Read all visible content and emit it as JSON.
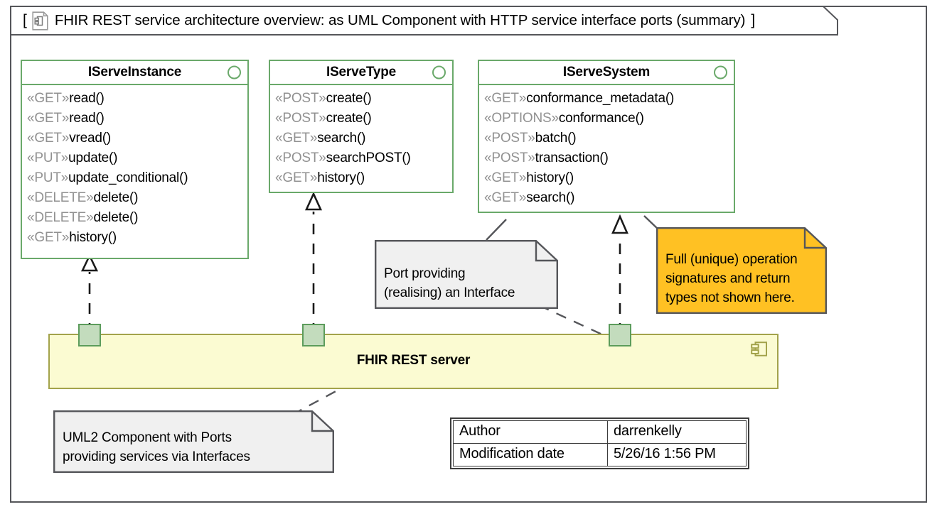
{
  "diagram": {
    "frame_title": "FHIR REST service architecture overview: as UML Component with HTTP service interface ports (summary)",
    "bracket_open": "[",
    "bracket_close": "]",
    "frame_icon": "uml-component-diagram-icon"
  },
  "interfaces": [
    {
      "name": "IServeInstance",
      "lollipop_icon": "interface-circle-icon",
      "operations": [
        {
          "verb": "«GET»",
          "op": "read()"
        },
        {
          "verb": "«GET»",
          "op": "read()"
        },
        {
          "verb": "«GET»",
          "op": "vread()"
        },
        {
          "verb": "«PUT»",
          "op": "update()"
        },
        {
          "verb": "«PUT»",
          "op": "update_conditional()"
        },
        {
          "verb": "«DELETE»",
          "op": "delete()"
        },
        {
          "verb": "«DELETE»",
          "op": "delete()"
        },
        {
          "verb": "«GET»",
          "op": "history()"
        }
      ]
    },
    {
      "name": "IServeType",
      "lollipop_icon": "interface-circle-icon",
      "operations": [
        {
          "verb": "«POST»",
          "op": "create()"
        },
        {
          "verb": "«POST»",
          "op": "create()"
        },
        {
          "verb": "«GET»",
          "op": "search()"
        },
        {
          "verb": "«POST»",
          "op": "searchPOST()"
        },
        {
          "verb": "«GET»",
          "op": "history()"
        }
      ]
    },
    {
      "name": "IServeSystem",
      "lollipop_icon": "interface-circle-icon",
      "operations": [
        {
          "verb": "«GET»",
          "op": "conformance_metadata()"
        },
        {
          "verb": "«OPTIONS»",
          "op": "conformance()"
        },
        {
          "verb": "«POST»",
          "op": "batch()"
        },
        {
          "verb": "«POST»",
          "op": "transaction()"
        },
        {
          "verb": "«GET»",
          "op": "history()"
        },
        {
          "verb": "«GET»",
          "op": "search()"
        }
      ]
    }
  ],
  "component": {
    "label": "FHIR REST server",
    "icon": "component-icon",
    "fill": "#FBFBD2",
    "stroke": "#A3A34B",
    "ports": [
      {
        "name": "port-serve-instance"
      },
      {
        "name": "port-serve-type"
      },
      {
        "name": "port-serve-system"
      }
    ],
    "port_fill": "#C3DCBD",
    "port_stroke": "#5C9C5C"
  },
  "notes": [
    {
      "id": "note-port-interface",
      "lines": [
        "Port providing",
        "(realising) an Interface"
      ],
      "fill": "#F0F0F0",
      "stroke": "#55565A"
    },
    {
      "id": "note-signatures",
      "lines": [
        "Full (unique) operation",
        "signatures and return",
        "types not shown here."
      ],
      "fill": "#FFC123",
      "stroke": "#55565A"
    },
    {
      "id": "note-component-ports",
      "lines": [
        "UML2 Component with Ports",
        "providing services via Interfaces"
      ],
      "fill": "#F0F0F0",
      "stroke": "#55565A"
    }
  ],
  "info_table": {
    "rows": [
      {
        "key": "Author",
        "value": "darrenkelly"
      },
      {
        "key": "Modification date",
        "value": "5/26/16 1:56 PM"
      }
    ]
  }
}
